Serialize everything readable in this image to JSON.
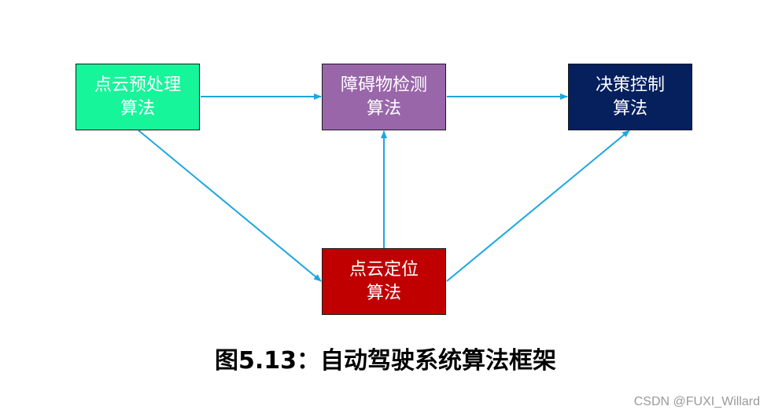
{
  "nodes": {
    "preprocess": {
      "line1": "点云预处理",
      "line2": "算法"
    },
    "detection": {
      "line1": "障碍物检测",
      "line2": "算法"
    },
    "control": {
      "line1": "决策控制",
      "line2": "算法"
    },
    "localize": {
      "line1": "点云定位",
      "line2": "算法"
    }
  },
  "edges": [
    {
      "from": "preprocess",
      "to": "detection"
    },
    {
      "from": "detection",
      "to": "control"
    },
    {
      "from": "preprocess",
      "to": "localize"
    },
    {
      "from": "localize",
      "to": "detection"
    },
    {
      "from": "localize",
      "to": "control"
    }
  ],
  "colors": {
    "preprocess": "#16f59a",
    "detection": "#9966aa",
    "control": "#06205e",
    "localize": "#c00000",
    "arrow": "#1ca6e0"
  },
  "caption": "图5.13：自动驾驶系统算法框架",
  "watermark": "CSDN @FUXI_Willard"
}
